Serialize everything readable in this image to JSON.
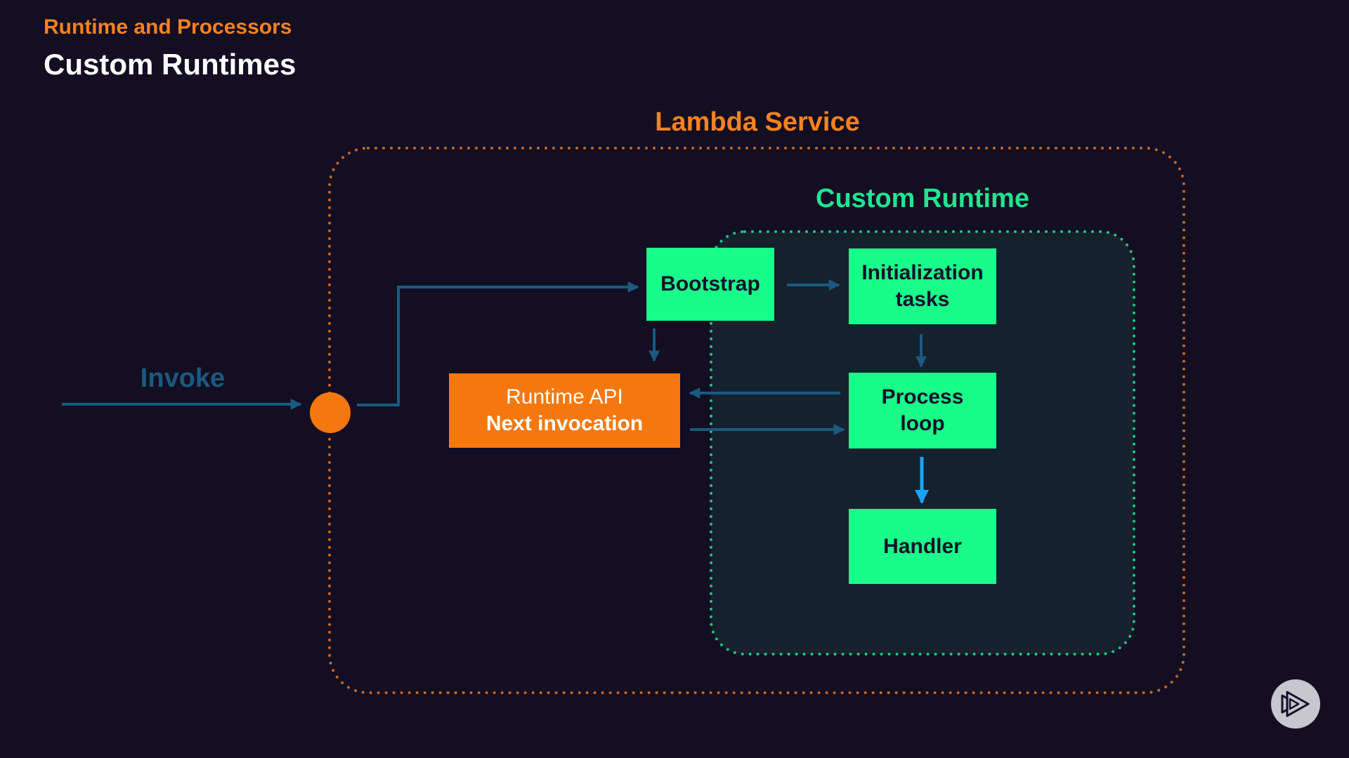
{
  "header": {
    "section": "Runtime and Processors",
    "title": "Custom Runtimes"
  },
  "diagram": {
    "outer_container": {
      "label": "Lambda Service",
      "color": "#f5821f"
    },
    "inner_container": {
      "label": "Custom Runtime",
      "color": "#1fe590"
    },
    "entry": {
      "label": "Invoke",
      "color": "#1b5a80"
    },
    "nodes": {
      "bootstrap": {
        "label": "Bootstrap"
      },
      "init": {
        "line1": "Initialization",
        "line2": "tasks"
      },
      "process": {
        "line1": "Process",
        "line2": "loop"
      },
      "handler": {
        "label": "Handler"
      },
      "runtime_api": {
        "line1": "Runtime API",
        "line2": "Next invocation"
      }
    },
    "edges": [
      {
        "from": "invoke",
        "to": "entry-point"
      },
      {
        "from": "entry-point",
        "to": "bootstrap"
      },
      {
        "from": "bootstrap",
        "to": "initialization-tasks"
      },
      {
        "from": "bootstrap",
        "to": "runtime-api"
      },
      {
        "from": "initialization-tasks",
        "to": "process-loop"
      },
      {
        "from": "process-loop",
        "to": "runtime-api"
      },
      {
        "from": "runtime-api",
        "to": "process-loop"
      },
      {
        "from": "process-loop",
        "to": "handler"
      }
    ],
    "colors": {
      "node_fill": "#19fc8a",
      "api_fill": "#f5780f",
      "arrow": "#1b5a80",
      "highlight_arrow": "#1aa3f5"
    }
  },
  "brand": {
    "logo": "play-logo-icon"
  }
}
